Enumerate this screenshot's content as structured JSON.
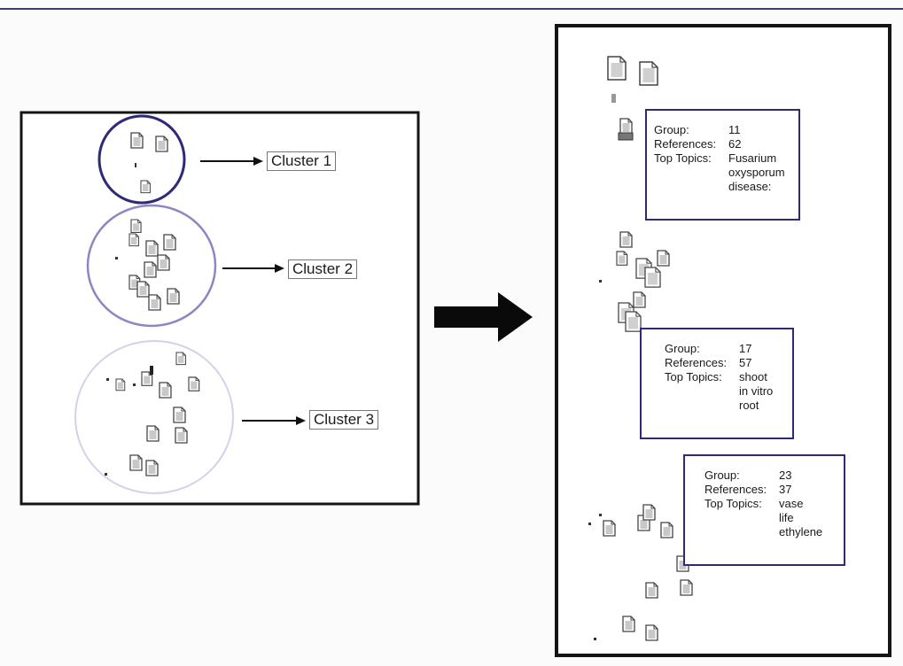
{
  "colors": {
    "frame": "#141414",
    "accent_border": "#2e2a78",
    "cluster1_ring": "#2e2a78",
    "cluster2_ring": "#8e86c2",
    "cluster3_ring": "#d4d2e8",
    "page_top_rule": "#3c3a80",
    "doc_fill": "#d2d2d2",
    "doc_outline": "#444444"
  },
  "icons": {
    "document": "document-icon",
    "arrow": "arrow-right-icon",
    "transform": "big-arrow-right-icon"
  },
  "left_panel": {
    "clusters": [
      {
        "label": "Cluster 1"
      },
      {
        "label": "Cluster 2"
      },
      {
        "label": "Cluster 3"
      }
    ]
  },
  "right_panel": {
    "groups": [
      {
        "group_label": "Group:",
        "group_value": "11",
        "refs_label": "References:",
        "refs_value": "62",
        "topics_label": "Top Topics:",
        "topics": [
          "Fusarium",
          "oxysporum",
          "disease:"
        ]
      },
      {
        "group_label": "Group:",
        "group_value": "17",
        "refs_label": "References:",
        "refs_value": "57",
        "topics_label": "Top Topics:",
        "topics": [
          "shoot",
          "in vitro",
          "root"
        ]
      },
      {
        "group_label": "Group:",
        "group_value": "23",
        "refs_label": "References:",
        "refs_value": "37",
        "topics_label": "Top Topics:",
        "topics": [
          "vase",
          "life",
          "ethylene"
        ]
      }
    ]
  }
}
